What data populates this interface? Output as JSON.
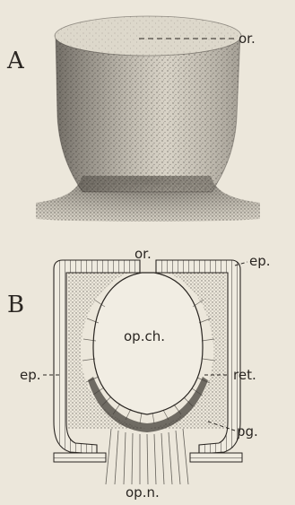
{
  "figure": {
    "background": "#ece7db",
    "ink": "#2a2622",
    "panel_a": {
      "letter": "A",
      "labels": {
        "or": "or."
      }
    },
    "panel_b": {
      "letter": "B",
      "labels": {
        "or": "or.",
        "ep_top": "ep.",
        "op_ch": "op.ch.",
        "ep_left": "ep.",
        "ret": "ret.",
        "pg": "pg.",
        "op_n": "op.n."
      }
    }
  }
}
